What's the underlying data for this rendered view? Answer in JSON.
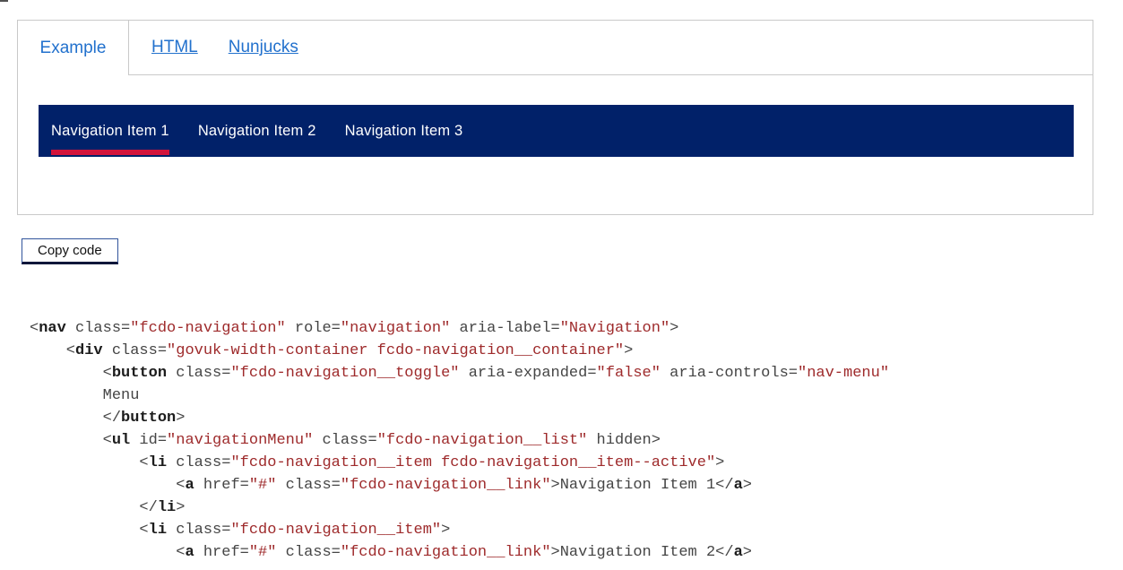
{
  "tabs": {
    "selected_label": "Example",
    "links": [
      {
        "label": "HTML"
      },
      {
        "label": "Nunjucks"
      }
    ]
  },
  "example_nav": {
    "items": [
      {
        "label": "Navigation Item 1",
        "active": true
      },
      {
        "label": "Navigation Item 2",
        "active": false
      },
      {
        "label": "Navigation Item 3",
        "active": false
      }
    ]
  },
  "copy_button": {
    "label": "Copy code"
  },
  "code_block": {
    "language": "html",
    "lines": [
      [
        {
          "k": "p",
          "s": "<"
        },
        {
          "k": "t",
          "s": "nav"
        },
        {
          "k": "p",
          "s": " class="
        },
        {
          "k": "v",
          "s": "\"fcdo-navigation\""
        },
        {
          "k": "p",
          "s": " role="
        },
        {
          "k": "v",
          "s": "\"navigation\""
        },
        {
          "k": "p",
          "s": " aria-label="
        },
        {
          "k": "v",
          "s": "\"Navigation\""
        },
        {
          "k": "p",
          "s": ">"
        }
      ],
      [
        {
          "k": "p",
          "s": "    <"
        },
        {
          "k": "t",
          "s": "div"
        },
        {
          "k": "p",
          "s": " class="
        },
        {
          "k": "v",
          "s": "\"govuk-width-container fcdo-navigation__container\""
        },
        {
          "k": "p",
          "s": ">"
        }
      ],
      [
        {
          "k": "p",
          "s": "        <"
        },
        {
          "k": "t",
          "s": "button"
        },
        {
          "k": "p",
          "s": " class="
        },
        {
          "k": "v",
          "s": "\"fcdo-navigation__toggle\""
        },
        {
          "k": "p",
          "s": " aria-expanded="
        },
        {
          "k": "v",
          "s": "\"false\""
        },
        {
          "k": "p",
          "s": " aria-controls="
        },
        {
          "k": "v",
          "s": "\"nav-menu\""
        }
      ],
      [
        {
          "k": "p",
          "s": "        Menu"
        }
      ],
      [
        {
          "k": "p",
          "s": "        </"
        },
        {
          "k": "t",
          "s": "button"
        },
        {
          "k": "p",
          "s": ">"
        }
      ],
      [
        {
          "k": "p",
          "s": "        <"
        },
        {
          "k": "t",
          "s": "ul"
        },
        {
          "k": "p",
          "s": " id="
        },
        {
          "k": "v",
          "s": "\"navigationMenu\""
        },
        {
          "k": "p",
          "s": " class="
        },
        {
          "k": "v",
          "s": "\"fcdo-navigation__list\""
        },
        {
          "k": "p",
          "s": " hidden>"
        }
      ],
      [
        {
          "k": "p",
          "s": "            <"
        },
        {
          "k": "t",
          "s": "li"
        },
        {
          "k": "p",
          "s": " class="
        },
        {
          "k": "v",
          "s": "\"fcdo-navigation__item fcdo-navigation__item--active\""
        },
        {
          "k": "p",
          "s": ">"
        }
      ],
      [
        {
          "k": "p",
          "s": "                <"
        },
        {
          "k": "t",
          "s": "a"
        },
        {
          "k": "p",
          "s": " href="
        },
        {
          "k": "v",
          "s": "\"#\""
        },
        {
          "k": "p",
          "s": " class="
        },
        {
          "k": "v",
          "s": "\"fcdo-navigation__link\""
        },
        {
          "k": "p",
          "s": ">Navigation Item 1</"
        },
        {
          "k": "t",
          "s": "a"
        },
        {
          "k": "p",
          "s": ">"
        }
      ],
      [
        {
          "k": "p",
          "s": "            </"
        },
        {
          "k": "t",
          "s": "li"
        },
        {
          "k": "p",
          "s": ">"
        }
      ],
      [
        {
          "k": "p",
          "s": "            <"
        },
        {
          "k": "t",
          "s": "li"
        },
        {
          "k": "p",
          "s": " class="
        },
        {
          "k": "v",
          "s": "\"fcdo-navigation__item\""
        },
        {
          "k": "p",
          "s": ">"
        }
      ],
      [
        {
          "k": "p",
          "s": "                <"
        },
        {
          "k": "t",
          "s": "a"
        },
        {
          "k": "p",
          "s": " href="
        },
        {
          "k": "v",
          "s": "\"#\""
        },
        {
          "k": "p",
          "s": " class="
        },
        {
          "k": "v",
          "s": "\"fcdo-navigation__link\""
        },
        {
          "k": "p",
          "s": ">Navigation Item 2</"
        },
        {
          "k": "t",
          "s": "a"
        },
        {
          "k": "p",
          "s": ">"
        }
      ]
    ]
  },
  "colors": {
    "navy": "#012169",
    "red": "#d2143b",
    "blue": "#2271cd",
    "border": "#c9c9c9",
    "code-plain": "#454545",
    "code-tag": "#1c1c1c",
    "code-val": "#9e2a2b"
  }
}
